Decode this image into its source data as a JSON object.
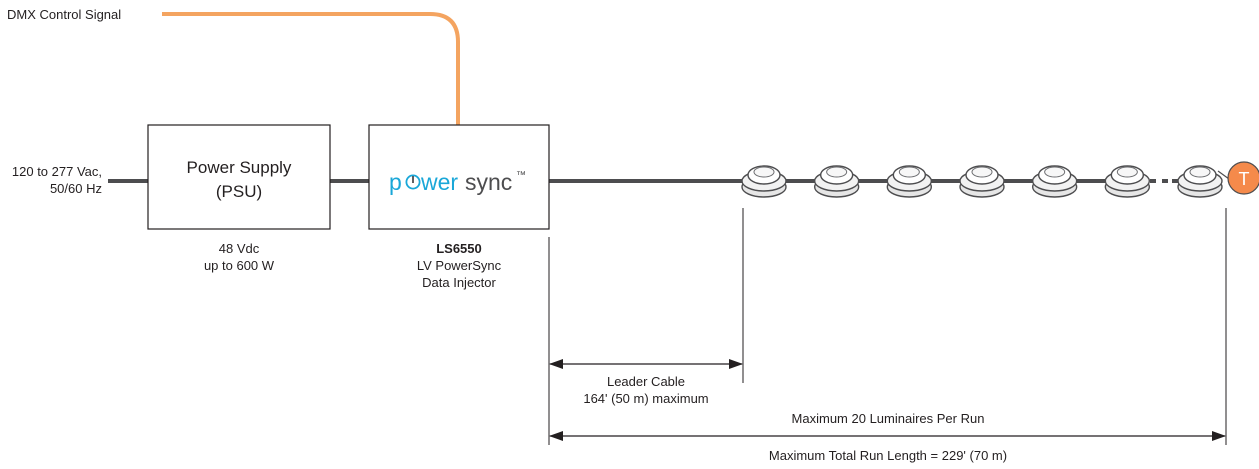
{
  "dmx": {
    "label": "DMX Control Signal"
  },
  "input": {
    "line1": "120 to 277 Vac,",
    "line2": "50/60 Hz"
  },
  "psu": {
    "title1": "Power Supply",
    "title2": "(PSU)",
    "spec1": "48 Vdc",
    "spec2": "up to 600 W"
  },
  "injector": {
    "logo_p": "p",
    "logo_wer": "wer",
    "logo_sync": "sync",
    "logo_tm": "™",
    "model": "LS6550",
    "desc1": "LV PowerSync",
    "desc2": "Data Injector"
  },
  "terminator": {
    "label": "T"
  },
  "dimensions": {
    "leader_line1": "Leader Cable",
    "leader_line2": "164' (50 m) maximum",
    "max_luminaires": "Maximum 20 Luminaires Per Run",
    "max_length": "Maximum Total Run Length = 229' (70 m)"
  },
  "colors": {
    "signal": "#f4a460",
    "terminator": "#f58a4b",
    "line": "#4d4d4f",
    "logo_accent": "#1aa7d8"
  },
  "luminaire_count": 7
}
